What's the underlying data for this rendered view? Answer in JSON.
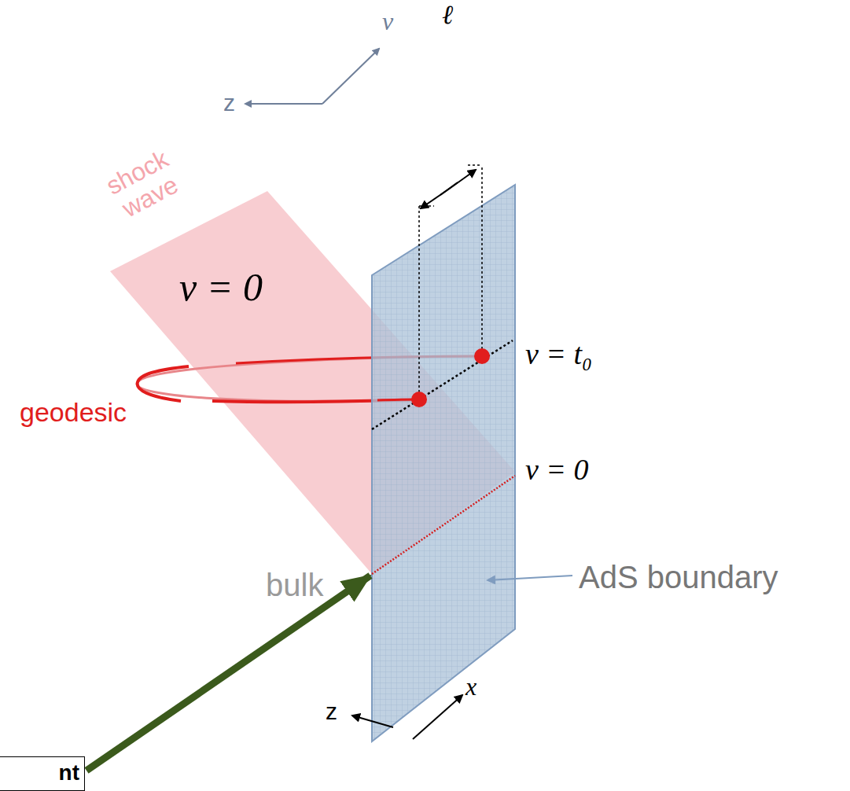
{
  "diagram": {
    "nodes": [
      {
        "text": [
          "nt"
        ]
      }
    ],
    "labels": [
      "v",
      "z",
      "ℓ",
      "shock wave",
      "v = 0",
      "v = t₀",
      "geodesic",
      "v = 0",
      "bulk",
      "AdS boundary",
      "z",
      "x"
    ]
  }
}
